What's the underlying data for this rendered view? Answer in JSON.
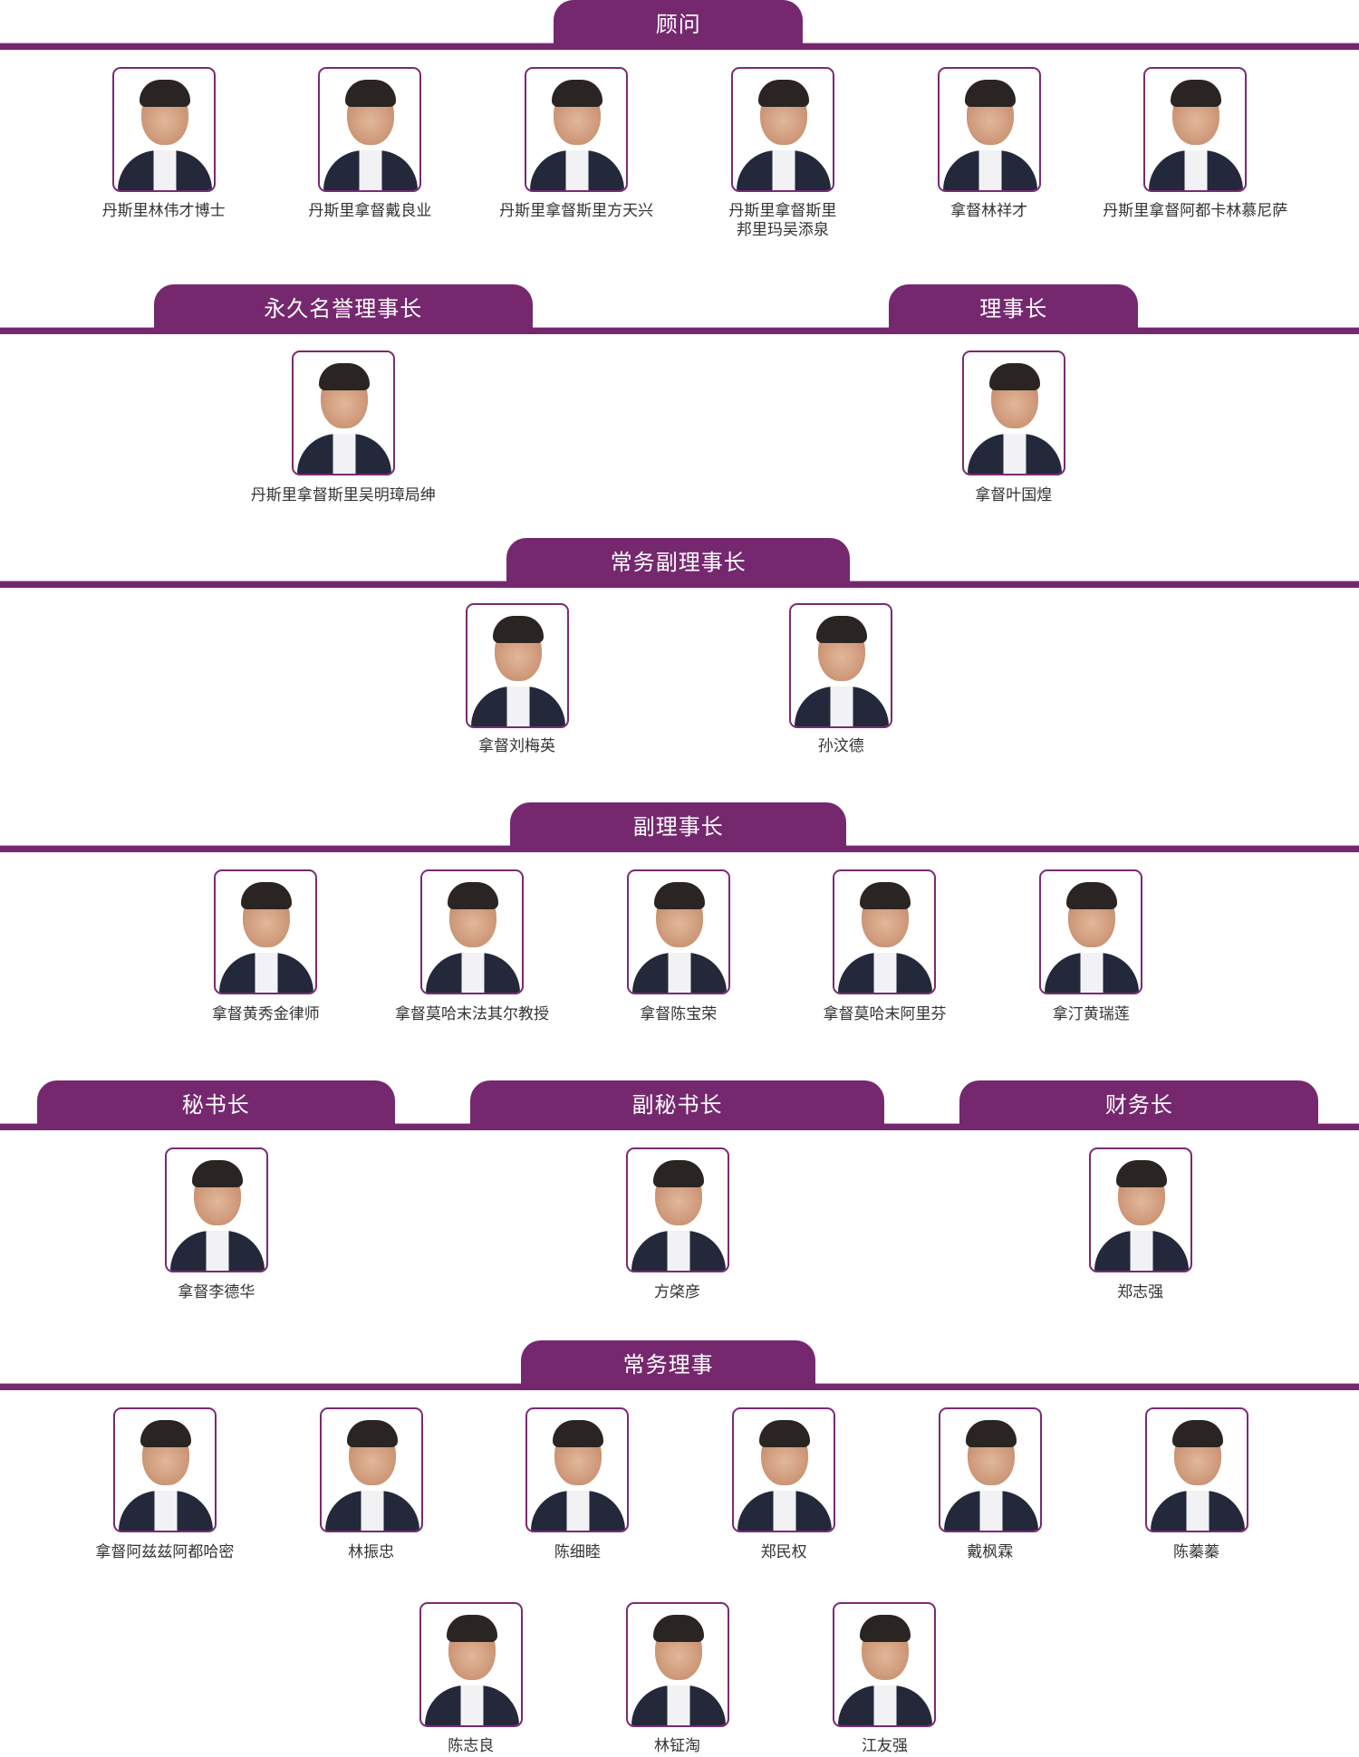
{
  "accent_color": "#76286f",
  "sections": [
    {
      "title": "顾问",
      "members": [
        "丹斯里林伟才博士",
        "丹斯里拿督戴良业",
        "丹斯里拿督斯里方天兴",
        "丹斯里拿督斯里\n邦里玛吴添泉",
        "拿督林祥才",
        "丹斯里拿督阿都卡林慕尼萨"
      ]
    },
    {
      "title": "永久名誉理事长",
      "members": [
        "丹斯里拿督斯里吴明璋局绅"
      ]
    },
    {
      "title": "理事长",
      "members": [
        "拿督叶国煌"
      ]
    },
    {
      "title": "常务副理事长",
      "members": [
        "拿督刘梅英",
        "孙汶德"
      ]
    },
    {
      "title": "副理事长",
      "members": [
        "拿督黄秀金律师",
        "拿督莫哈末法其尔教授",
        "拿督陈宝荣",
        "拿督莫哈末阿里芬",
        "拿汀黄瑞莲"
      ]
    },
    {
      "title": "秘书长",
      "members": [
        "拿督李德华"
      ]
    },
    {
      "title": "副秘书长",
      "members": [
        "方棨彦"
      ]
    },
    {
      "title": "财务长",
      "members": [
        "郑志强"
      ]
    },
    {
      "title": "常务理事",
      "members": [
        "拿督阿兹兹阿都哈密",
        "林振忠",
        "陈细睦",
        "郑民权",
        "戴枫霖",
        "陈蓁蓁",
        "陈志良",
        "林钲淘",
        "江友强"
      ]
    }
  ]
}
